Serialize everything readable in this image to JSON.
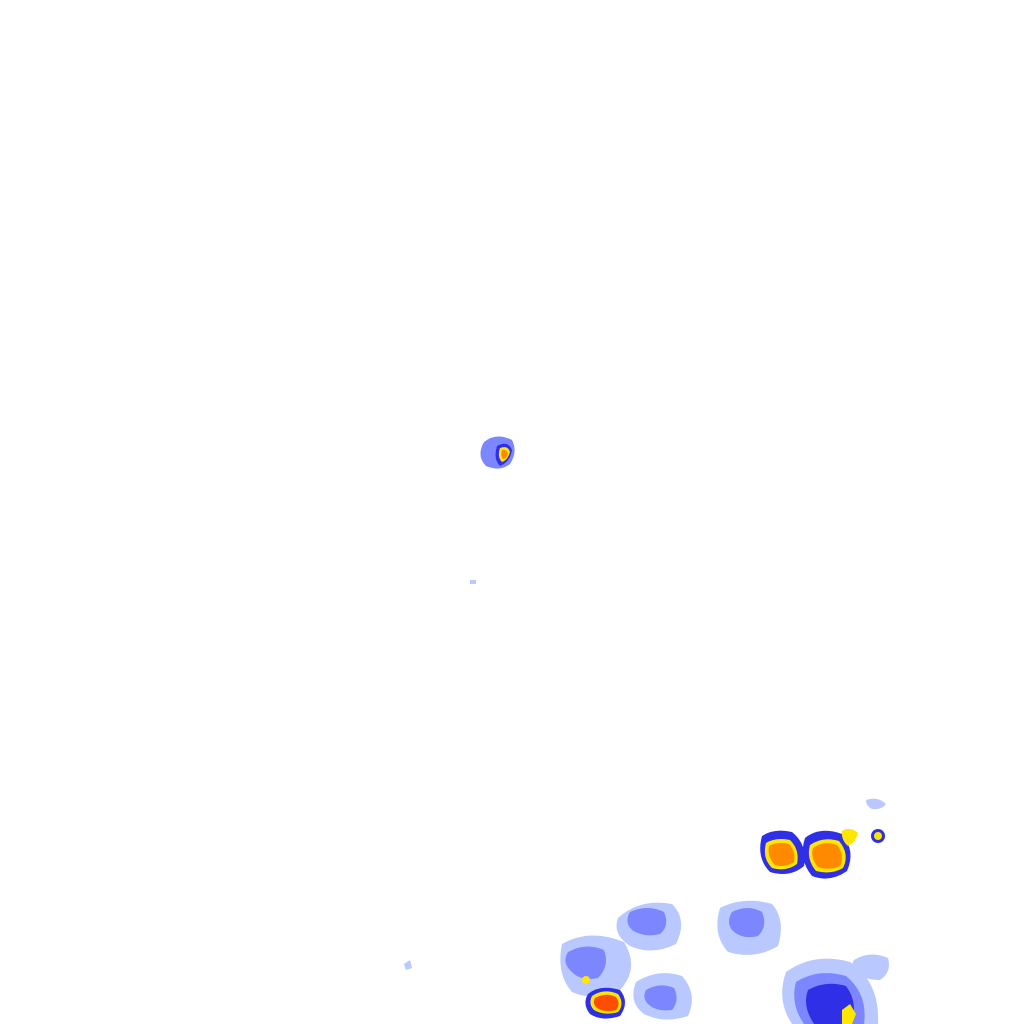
{
  "map": {
    "layer": "radar-reflectivity-tile",
    "background_color": "#ffffff",
    "palette": {
      "light_blue": "#b9c8ff",
      "blue": "#7b86ff",
      "deep_blue": "#2f2fe6",
      "yellow": "#ffe600",
      "orange": "#ff8a00",
      "red_orange": "#ff4d00"
    },
    "echo_cells": [
      {
        "name": "echo-cell-center",
        "intensity": "high"
      },
      {
        "name": "echo-cell-east-left",
        "intensity": "high"
      },
      {
        "name": "echo-cell-east-right",
        "intensity": "high"
      },
      {
        "name": "echo-cell-south",
        "intensity": "high"
      },
      {
        "name": "echo-cluster-southeast",
        "intensity": "low-moderate"
      }
    ]
  }
}
